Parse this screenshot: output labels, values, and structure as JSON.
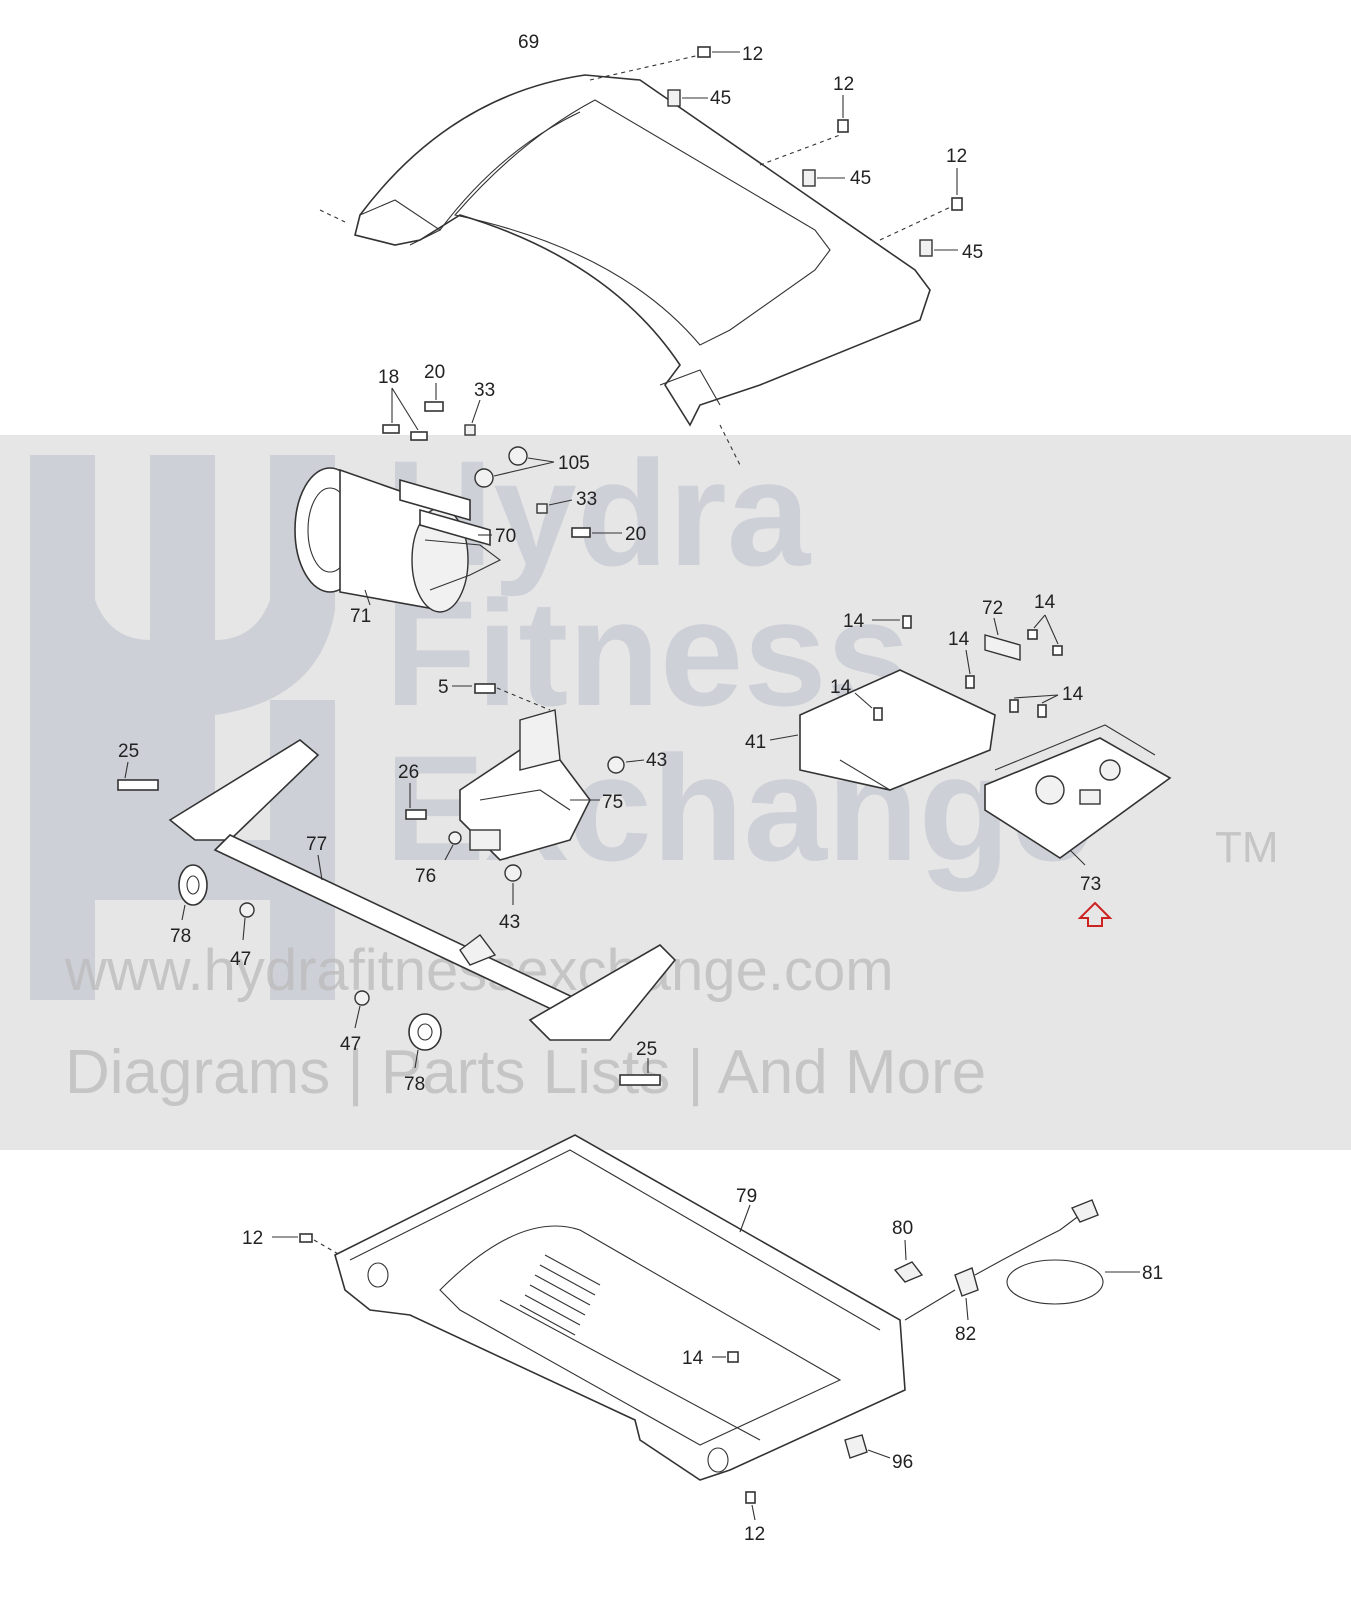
{
  "labels": {
    "p69": "69",
    "p12a": "12",
    "p45a": "45",
    "p12b": "12",
    "p45b": "45",
    "p12c": "12",
    "p45c": "45",
    "p18": "18",
    "p20a": "20",
    "p33a": "33",
    "p105": "105",
    "p33b": "33",
    "p20b": "20",
    "p70": "70",
    "p71": "71",
    "p14a": "14",
    "p72": "72",
    "p14b": "14",
    "p14c": "14",
    "p14d": "14",
    "p14e": "14",
    "p41": "41",
    "p5": "5",
    "p43a": "43",
    "p25a": "25",
    "p26": "26",
    "p75": "75",
    "p77": "77",
    "p76": "76",
    "p43b": "43",
    "p73": "73",
    "p78a": "78",
    "p47a": "47",
    "p47b": "47",
    "p78b": "78",
    "p25b": "25",
    "p79": "79",
    "p12d": "12",
    "p80": "80",
    "p81": "81",
    "p82": "82",
    "p14f": "14",
    "p96": "96",
    "p12e": "12"
  },
  "watermark": {
    "brand_word1": "Hydra",
    "brand_word2": "Fitness",
    "brand_word3": "Exchange",
    "trademark": "TM",
    "url": "www.hydrafitnessexchange.com",
    "tagline": "Diagrams | Parts Lists | And More"
  },
  "colors": {
    "highlight_arrow": "#cc2222",
    "watermark_band": "#dcdcdc"
  }
}
